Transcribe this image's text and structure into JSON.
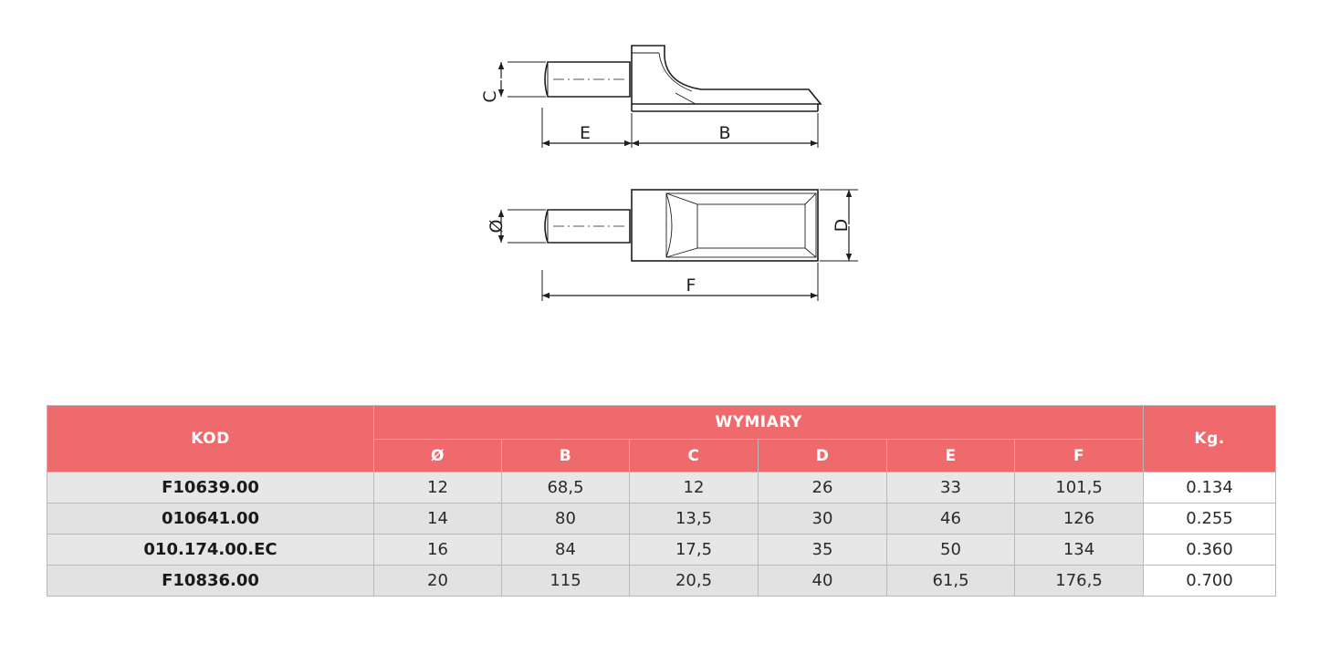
{
  "drawing": {
    "side_view_labels": {
      "c": "C",
      "e": "E",
      "b": "B"
    },
    "top_view_labels": {
      "diameter": "Ø",
      "d": "D",
      "f": "F"
    }
  },
  "table": {
    "header": {
      "code": "KOD",
      "dimensions": "WYMIARY",
      "weight": "Kg.",
      "columns": [
        "Ø",
        "B",
        "C",
        "D",
        "E",
        "F"
      ]
    },
    "rows": [
      {
        "code": "F10639.00",
        "values": [
          "12",
          "68,5",
          "12",
          "26",
          "33",
          "101,5"
        ],
        "kg": "0.134"
      },
      {
        "code": "010641.00",
        "values": [
          "14",
          "80",
          "13,5",
          "30",
          "46",
          "126"
        ],
        "kg": "0.255"
      },
      {
        "code": "010.174.00.EC",
        "values": [
          "16",
          "84",
          "17,5",
          "35",
          "50",
          "134"
        ],
        "kg": "0.360"
      },
      {
        "code": "F10836.00",
        "values": [
          "20",
          "115",
          "20,5",
          "40",
          "61,5",
          "176,5"
        ],
        "kg": "0.700"
      }
    ]
  },
  "colors": {
    "header_bg": "#ee6a6c",
    "row_bg": "#e5e5e5",
    "line": "#1e1e1e"
  }
}
